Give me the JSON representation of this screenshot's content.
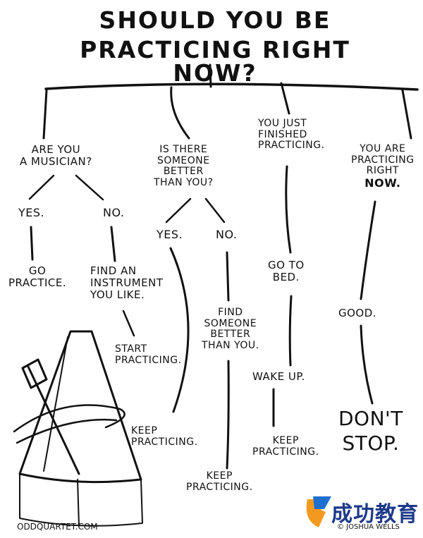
{
  "title": {
    "line1": "SHOULD YOU  BE",
    "line2": "PRACTICING RIGHT NOW?"
  },
  "branches": {
    "musician": {
      "question": [
        "ARE YOU",
        "A MUSICIAN?"
      ],
      "yes": "YES.",
      "yes_result": [
        "GO",
        "PRACTICE."
      ],
      "no": "NO.",
      "no_result": [
        "FIND AN",
        "INSTRUMENT",
        "YOU LIKE."
      ],
      "no_result2": [
        "START",
        "PRACTICING."
      ]
    },
    "better": {
      "question": [
        "IS THERE",
        "SOMEONE",
        "BETTER",
        "THAN YOU?"
      ],
      "yes": "YES.",
      "yes_result": [
        "KEEP",
        "PRACTICING."
      ],
      "no": "NO.",
      "no_result": [
        "FIND",
        "SOMEONE",
        "BETTER",
        "THAN YOU."
      ],
      "no_result2": [
        "KEEP",
        "PRACTICING."
      ]
    },
    "finished": {
      "question": [
        "YOU JUST",
        "FINISHED",
        "PRACTICING."
      ],
      "step1": [
        "GO TO",
        "BED."
      ],
      "step2": "WAKE UP.",
      "step3": [
        "KEEP",
        "PRACTICING."
      ]
    },
    "now": {
      "question": [
        "YOU ARE",
        "PRACTICING",
        "RIGHT",
        "NOW."
      ],
      "step1": "GOOD.",
      "step2": [
        "DON'T",
        "STOP."
      ]
    }
  },
  "footer": {
    "site": "ODDQUARTET.COM",
    "credit": "© JOSHUA WELLS",
    "watermark": "成功教育"
  },
  "colors": {
    "ink": "#111111",
    "logo_orange": "#f39a1e",
    "logo_blue": "#1e6fd0"
  }
}
